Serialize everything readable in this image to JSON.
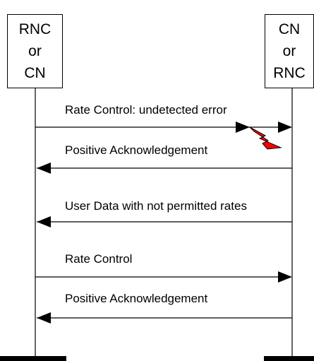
{
  "entities": {
    "left": [
      "RNC",
      "or",
      "CN"
    ],
    "right": [
      "CN",
      "or",
      "RNC"
    ]
  },
  "messages": [
    {
      "label": "Rate Control: undetected error",
      "direction": "right",
      "error": true
    },
    {
      "label": "Positive Acknowledgement",
      "direction": "left"
    },
    {
      "label": "User Data with not permitted rates",
      "direction": "left"
    },
    {
      "label": "Rate Control",
      "direction": "right"
    },
    {
      "label": "Positive Acknowledgement",
      "direction": "left"
    }
  ],
  "colors": {
    "error_bolt": "#ff0000"
  }
}
